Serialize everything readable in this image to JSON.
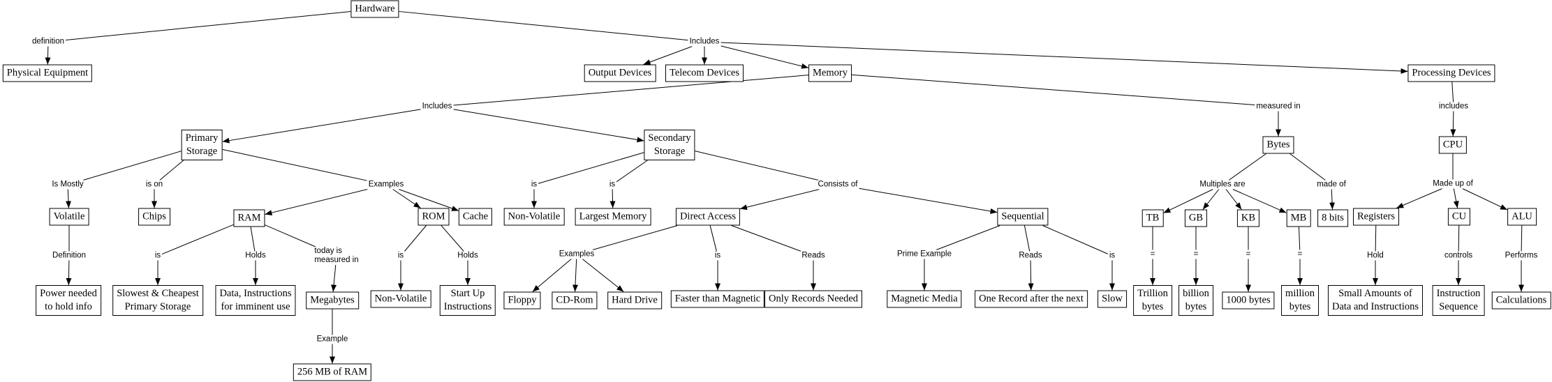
{
  "nodes": [
    {
      "id": "hardware",
      "text": "Hardware"
    },
    {
      "id": "physical",
      "text": "Physical Equipment"
    },
    {
      "id": "output",
      "text": "Output Devices"
    },
    {
      "id": "telecom",
      "text": "Telecom Devices"
    },
    {
      "id": "memory",
      "text": "Memory"
    },
    {
      "id": "processing",
      "text": "Processing Devices"
    },
    {
      "id": "primary",
      "text": "Primary\nStorage"
    },
    {
      "id": "secondary",
      "text": "Secondary\nStorage"
    },
    {
      "id": "bytes",
      "text": "Bytes"
    },
    {
      "id": "cpu",
      "text": "CPU"
    },
    {
      "id": "volatile",
      "text": "Volatile"
    },
    {
      "id": "chips",
      "text": "Chips"
    },
    {
      "id": "ram",
      "text": "RAM"
    },
    {
      "id": "rom",
      "text": "ROM"
    },
    {
      "id": "cache",
      "text": "Cache"
    },
    {
      "id": "nonvol2",
      "text": "Non-Volatile"
    },
    {
      "id": "largest",
      "text": "Largest Memory"
    },
    {
      "id": "direct",
      "text": "Direct Access"
    },
    {
      "id": "sequential",
      "text": "Sequential"
    },
    {
      "id": "tb",
      "text": "TB"
    },
    {
      "id": "gb",
      "text": "GB"
    },
    {
      "id": "kb",
      "text": "KB"
    },
    {
      "id": "mb",
      "text": "MB"
    },
    {
      "id": "bits8",
      "text": "8 bits"
    },
    {
      "id": "registers",
      "text": "Registers"
    },
    {
      "id": "cu",
      "text": "CU"
    },
    {
      "id": "alu",
      "text": "ALU"
    },
    {
      "id": "power",
      "text": "Power needed\nto hold info"
    },
    {
      "id": "slowest",
      "text": "Slowest & Cheapest\nPrimary Storage"
    },
    {
      "id": "datainstr",
      "text": "Data, Instructions\nfor imminent use"
    },
    {
      "id": "megabytes",
      "text": "Megabytes"
    },
    {
      "id": "mb256",
      "text": "256 MB of RAM"
    },
    {
      "id": "nonvol1",
      "text": "Non-Volatile"
    },
    {
      "id": "startup",
      "text": "Start Up\nInstructions"
    },
    {
      "id": "floppy",
      "text": "Floppy"
    },
    {
      "id": "cdrom",
      "text": "CD-Rom"
    },
    {
      "id": "harddrive",
      "text": "Hard Drive"
    },
    {
      "id": "faster",
      "text": "Faster than Magnetic"
    },
    {
      "id": "onlyrec",
      "text": "Only Records Needed"
    },
    {
      "id": "magnetic",
      "text": "Magnetic Media"
    },
    {
      "id": "onerec",
      "text": "One Record after the next"
    },
    {
      "id": "slow",
      "text": "Slow"
    },
    {
      "id": "trillion",
      "text": "Trillion\nbytes"
    },
    {
      "id": "billion",
      "text": "billion\nbytes"
    },
    {
      "id": "thousand",
      "text": "1000 bytes"
    },
    {
      "id": "million",
      "text": "million\nbytes"
    },
    {
      "id": "smallamt",
      "text": "Small Amounts of\nData and Instructions"
    },
    {
      "id": "instrseq",
      "text": "Instruction\nSequence"
    },
    {
      "id": "calc",
      "text": "Calculations"
    }
  ],
  "labels": [
    {
      "id": "l_def",
      "text": "definition"
    },
    {
      "id": "l_incl1",
      "text": "Includes"
    },
    {
      "id": "l_incl2",
      "text": "Includes"
    },
    {
      "id": "l_measured",
      "text": "measured in"
    },
    {
      "id": "l_includes3",
      "text": "includes"
    },
    {
      "id": "l_mostly",
      "text": "Is Mostly"
    },
    {
      "id": "l_ison",
      "text": "is on"
    },
    {
      "id": "l_examples1",
      "text": "Examples"
    },
    {
      "id": "l_is_nv",
      "text": "is"
    },
    {
      "id": "l_is_lm",
      "text": "is"
    },
    {
      "id": "l_consists",
      "text": "Consists of"
    },
    {
      "id": "l_multiples",
      "text": "Multiples are"
    },
    {
      "id": "l_madeof",
      "text": "made of"
    },
    {
      "id": "l_madeupof",
      "text": "Made up of"
    },
    {
      "id": "l_definition",
      "text": "Definition"
    },
    {
      "id": "l_ram_is",
      "text": "is"
    },
    {
      "id": "l_ram_holds",
      "text": "Holds"
    },
    {
      "id": "l_today",
      "text": "today is\nmeasured in"
    },
    {
      "id": "l_rom_is",
      "text": "is"
    },
    {
      "id": "l_rom_holds",
      "text": "Holds"
    },
    {
      "id": "l_examples2",
      "text": "Examples"
    },
    {
      "id": "l_da_is",
      "text": "is"
    },
    {
      "id": "l_da_reads",
      "text": "Reads"
    },
    {
      "id": "l_prime",
      "text": "Prime Example"
    },
    {
      "id": "l_seq_reads",
      "text": "Reads"
    },
    {
      "id": "l_seq_is",
      "text": "is"
    },
    {
      "id": "l_eq_tb",
      "text": "="
    },
    {
      "id": "l_eq_gb",
      "text": "="
    },
    {
      "id": "l_eq_kb",
      "text": "="
    },
    {
      "id": "l_eq_mb",
      "text": "="
    },
    {
      "id": "l_hold",
      "text": "Hold"
    },
    {
      "id": "l_controls",
      "text": "controls"
    },
    {
      "id": "l_performs",
      "text": "Performs"
    },
    {
      "id": "l_example",
      "text": "Example"
    }
  ],
  "edges": [
    {
      "from": "hardware",
      "via": "l_def",
      "to": [
        "physical"
      ]
    },
    {
      "from": "hardware",
      "via": "l_incl1",
      "to": [
        "output",
        "telecom",
        "memory",
        "processing"
      ]
    },
    {
      "from": "memory",
      "via": "l_incl2",
      "to": [
        "primary",
        "secondary"
      ]
    },
    {
      "from": "memory",
      "via": "l_measured",
      "to": [
        "bytes"
      ]
    },
    {
      "from": "processing",
      "via": "l_includes3",
      "to": [
        "cpu"
      ]
    },
    {
      "from": "primary",
      "via": "l_mostly",
      "to": [
        "volatile"
      ]
    },
    {
      "from": "primary",
      "via": "l_ison",
      "to": [
        "chips"
      ]
    },
    {
      "from": "primary",
      "via": "l_examples1",
      "to": [
        "ram",
        "rom",
        "cache"
      ]
    },
    {
      "from": "secondary",
      "via": "l_is_nv",
      "to": [
        "nonvol2"
      ]
    },
    {
      "from": "secondary",
      "via": "l_is_lm",
      "to": [
        "largest"
      ]
    },
    {
      "from": "secondary",
      "via": "l_consists",
      "to": [
        "direct",
        "sequential"
      ]
    },
    {
      "from": "bytes",
      "via": "l_multiples",
      "to": [
        "tb",
        "gb",
        "kb",
        "mb"
      ]
    },
    {
      "from": "bytes",
      "via": "l_madeof",
      "to": [
        "bits8"
      ]
    },
    {
      "from": "cpu",
      "via": "l_madeupof",
      "to": [
        "registers",
        "cu",
        "alu"
      ]
    },
    {
      "from": "volatile",
      "via": "l_definition",
      "to": [
        "power"
      ]
    },
    {
      "from": "ram",
      "via": "l_ram_is",
      "to": [
        "slowest"
      ]
    },
    {
      "from": "ram",
      "via": "l_ram_holds",
      "to": [
        "datainstr"
      ]
    },
    {
      "from": "ram",
      "via": "l_today",
      "to": [
        "megabytes"
      ]
    },
    {
      "from": "megabytes",
      "via": "l_example",
      "to": [
        "mb256"
      ]
    },
    {
      "from": "rom",
      "via": "l_rom_is",
      "to": [
        "nonvol1"
      ]
    },
    {
      "from": "rom",
      "via": "l_rom_holds",
      "to": [
        "startup"
      ]
    },
    {
      "from": "direct",
      "via": "l_examples2",
      "to": [
        "floppy",
        "cdrom",
        "harddrive"
      ]
    },
    {
      "from": "direct",
      "via": "l_da_is",
      "to": [
        "faster"
      ]
    },
    {
      "from": "direct",
      "via": "l_da_reads",
      "to": [
        "onlyrec"
      ]
    },
    {
      "from": "sequential",
      "via": "l_prime",
      "to": [
        "magnetic"
      ]
    },
    {
      "from": "sequential",
      "via": "l_seq_reads",
      "to": [
        "onerec"
      ]
    },
    {
      "from": "sequential",
      "via": "l_seq_is",
      "to": [
        "slow"
      ]
    },
    {
      "from": "tb",
      "via": "l_eq_tb",
      "to": [
        "trillion"
      ]
    },
    {
      "from": "gb",
      "via": "l_eq_gb",
      "to": [
        "billion"
      ]
    },
    {
      "from": "kb",
      "via": "l_eq_kb",
      "to": [
        "thousand"
      ]
    },
    {
      "from": "mb",
      "via": "l_eq_mb",
      "to": [
        "million"
      ]
    },
    {
      "from": "registers",
      "via": "l_hold",
      "to": [
        "smallamt"
      ]
    },
    {
      "from": "cu",
      "via": "l_controls",
      "to": [
        "instrseq"
      ]
    },
    {
      "from": "alu",
      "via": "l_performs",
      "to": [
        "calc"
      ]
    }
  ]
}
